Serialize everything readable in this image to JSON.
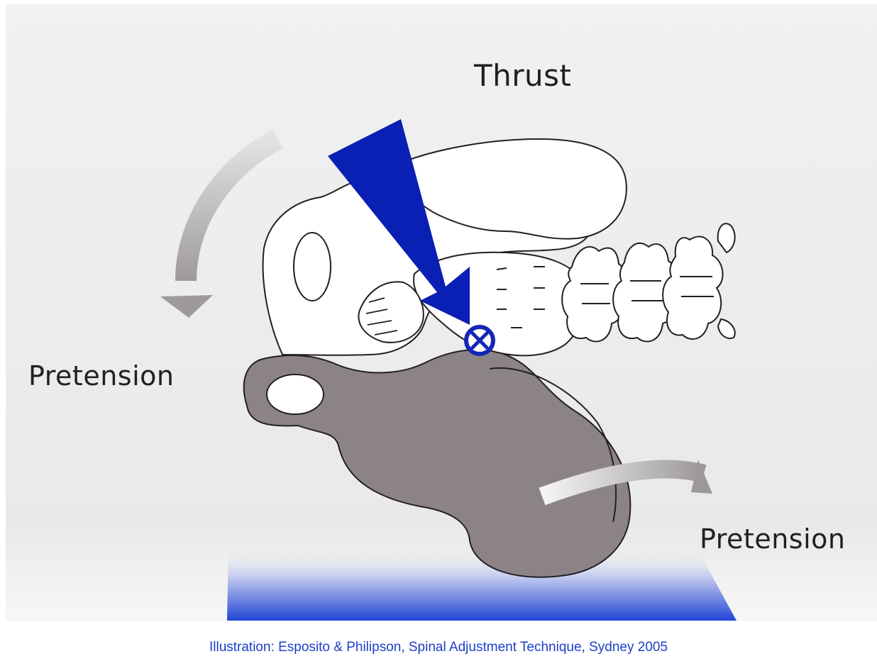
{
  "labels": {
    "thrust": "Thrust",
    "pretension_left": "Pretension",
    "pretension_right": "Pretension"
  },
  "caption": "Illustration: Esposito & Philipson, Spinal Adjustment Technique, Sydney 2005",
  "colors": {
    "background": "#ececec",
    "bone_white": "#ffffff",
    "bone_grey": "#8c8388",
    "thrust_arrow": "#0a1fb4",
    "contact_marker": "#1426b8",
    "rotation_arrow": "#a9a6a8",
    "table": "#2a4fd8",
    "caption": "#1c3fc7"
  },
  "icons": {
    "thrust_arrow": "thrust-arrow-icon",
    "contact_marker": "circle-x-icon",
    "rotation_arrows": "curved-arrow-icon"
  }
}
